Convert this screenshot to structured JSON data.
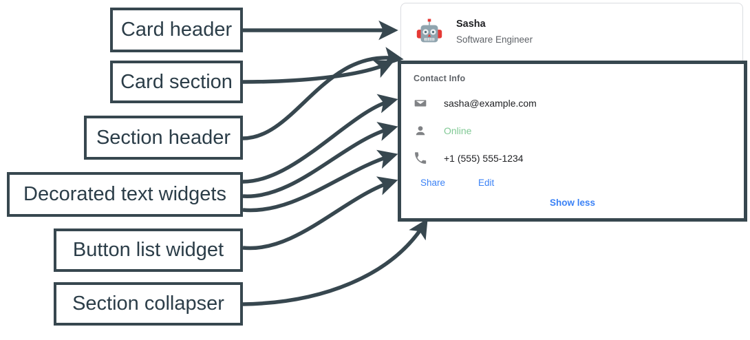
{
  "annotations": [
    {
      "id": "card-header",
      "label": "Card header"
    },
    {
      "id": "card-section",
      "label": "Card section"
    },
    {
      "id": "section-header",
      "label": "Section header"
    },
    {
      "id": "decorated-text",
      "label": "Decorated text widgets"
    },
    {
      "id": "button-list",
      "label": "Button list widget"
    },
    {
      "id": "section-collapser",
      "label": "Section collapser"
    }
  ],
  "card": {
    "header": {
      "avatar_icon": "robot-avatar-icon",
      "title": "Sasha",
      "subtitle": "Software Engineer"
    },
    "section": {
      "header": "Contact Info",
      "rows": [
        {
          "icon": "email-icon",
          "text": "sasha@example.com",
          "color": "#202124"
        },
        {
          "icon": "person-icon",
          "text": "Online",
          "color": "#81c995"
        },
        {
          "icon": "phone-icon",
          "text": "+1 (555) 555-1234",
          "color": "#202124"
        }
      ],
      "buttons": [
        {
          "label": "Share"
        },
        {
          "label": "Edit"
        }
      ],
      "collapser": {
        "label": "Show less"
      }
    }
  },
  "colors": {
    "annotation_stroke": "#37474f",
    "link_blue": "#3b82f6",
    "status_green": "#81c995",
    "card_border": "#dadce0",
    "muted_text": "#5f6368",
    "primary_text": "#202124"
  }
}
